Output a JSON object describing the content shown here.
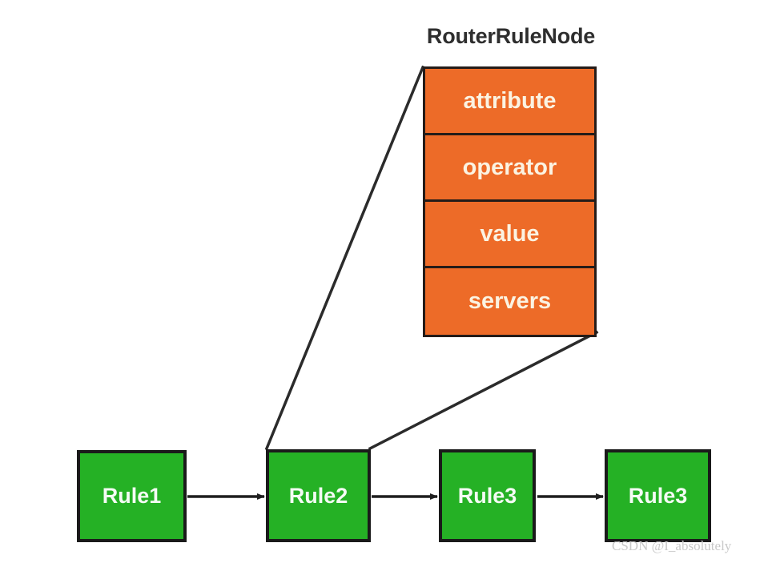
{
  "diagram": {
    "title": "RouterRuleNode",
    "background_color": "#ffffff",
    "field_box": {
      "fill_color": "#ED6B28",
      "border_color": "#241c19",
      "text_color": "#FBF3E2",
      "fields": [
        {
          "label": "attribute"
        },
        {
          "label": "operator"
        },
        {
          "label": "value"
        },
        {
          "label": "servers"
        }
      ]
    },
    "rule_chain": {
      "fill_color": "#25B125",
      "border_color": "#1a1a1a",
      "text_color": "#F4FBF4",
      "nodes": [
        {
          "label": "Rule1"
        },
        {
          "label": "Rule2"
        },
        {
          "label": "Rule3"
        },
        {
          "label": "Rule3"
        }
      ],
      "arrows": [
        {
          "from": "Rule1",
          "to": "Rule2"
        },
        {
          "from": "Rule2",
          "to": "Rule3"
        },
        {
          "from": "Rule3",
          "to": "Rule3"
        }
      ]
    },
    "callout": {
      "source_node": "Rule2",
      "target": "field_box",
      "line_color": "#2b2b2b"
    }
  },
  "watermark": {
    "text": "CSDN @I_absolutely"
  }
}
